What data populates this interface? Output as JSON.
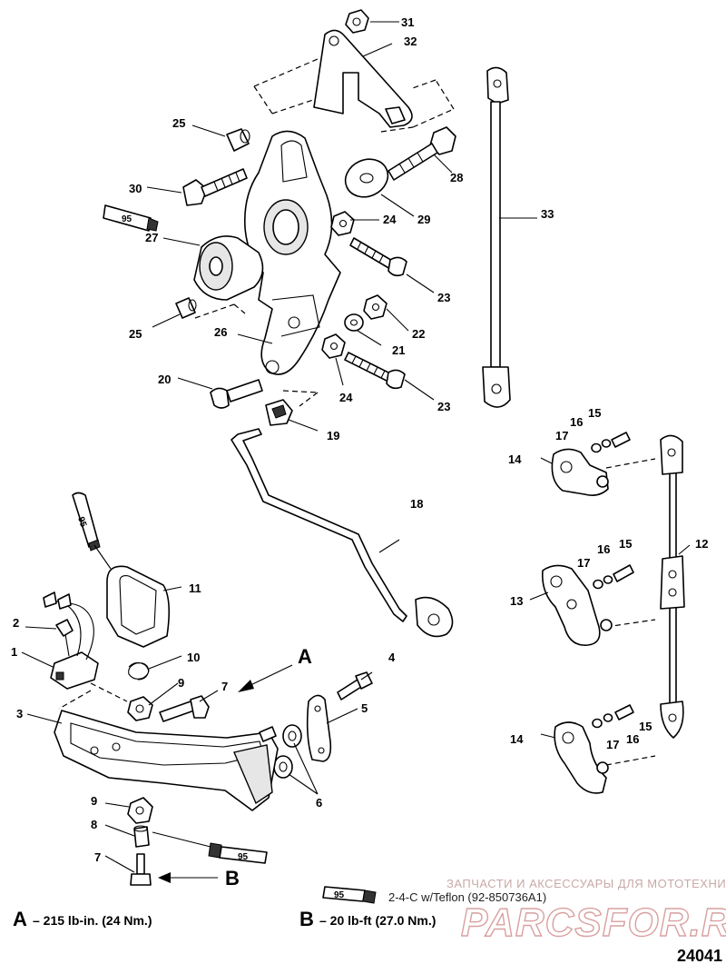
{
  "callouts": [
    "31",
    "32",
    "33",
    "25",
    "30",
    "28",
    "29",
    "27",
    "24",
    "23",
    "25",
    "26",
    "22",
    "21",
    "20",
    "24",
    "23",
    "19",
    "15",
    "16",
    "17",
    "14",
    "18",
    "12",
    "15",
    "16",
    "17",
    "11",
    "13",
    "2",
    "10",
    "1",
    "A",
    "4",
    "9",
    "7",
    "5",
    "3",
    "6",
    "9",
    "8",
    "7",
    "B",
    "15",
    "16",
    "17",
    "14"
  ],
  "tube_labels": [
    "95",
    "95",
    "95",
    "95"
  ],
  "legend": {
    "text": "2-4-C w/Teflon (92-850736A1)",
    "tube_label": "95"
  },
  "footer": {
    "a_letter": "A",
    "a_text": "– 215 lb-in. (24 Nm.)",
    "b_letter": "B",
    "b_text": "– 20 lb-ft (27.0 Nm.)"
  },
  "watermark": {
    "line1": "ЗАПЧАСТИ И АКСЕССУАРЫ ДЛЯ МОТОТЕХНИКИ",
    "logo": "PARCSFOR.RU"
  },
  "doc_number": "24041"
}
